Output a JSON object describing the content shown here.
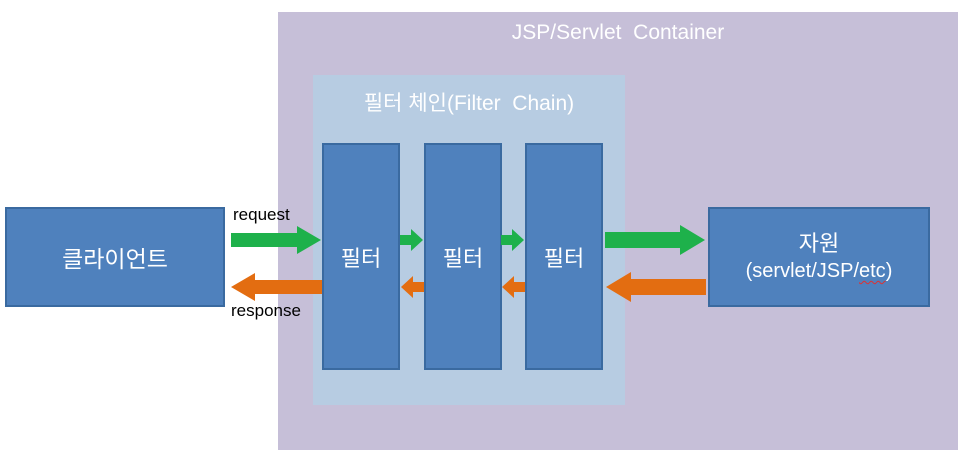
{
  "container": {
    "title": "JSP/Servlet  Container"
  },
  "filter_chain": {
    "title": "필터 체인(Filter  Chain)"
  },
  "filters": [
    "필터",
    "필터",
    "필터"
  ],
  "client": {
    "label": "클라이언트"
  },
  "resource": {
    "line1": "자원",
    "line2_prefix": "(servlet/JSP/",
    "line2_etc": "etc",
    "line2_suffix": ")"
  },
  "flow": {
    "request_label": "request",
    "response_label": "response"
  },
  "colors": {
    "container_bg": "#c6bfd8",
    "filter_chain_bg": "#b7cce2",
    "box_fill": "#4f81bd",
    "box_border": "#3a6aa0",
    "arrow_green": "#1eb14b",
    "arrow_orange": "#e36d11",
    "title_text": "#ffffff",
    "flow_label_text": "#000000"
  }
}
